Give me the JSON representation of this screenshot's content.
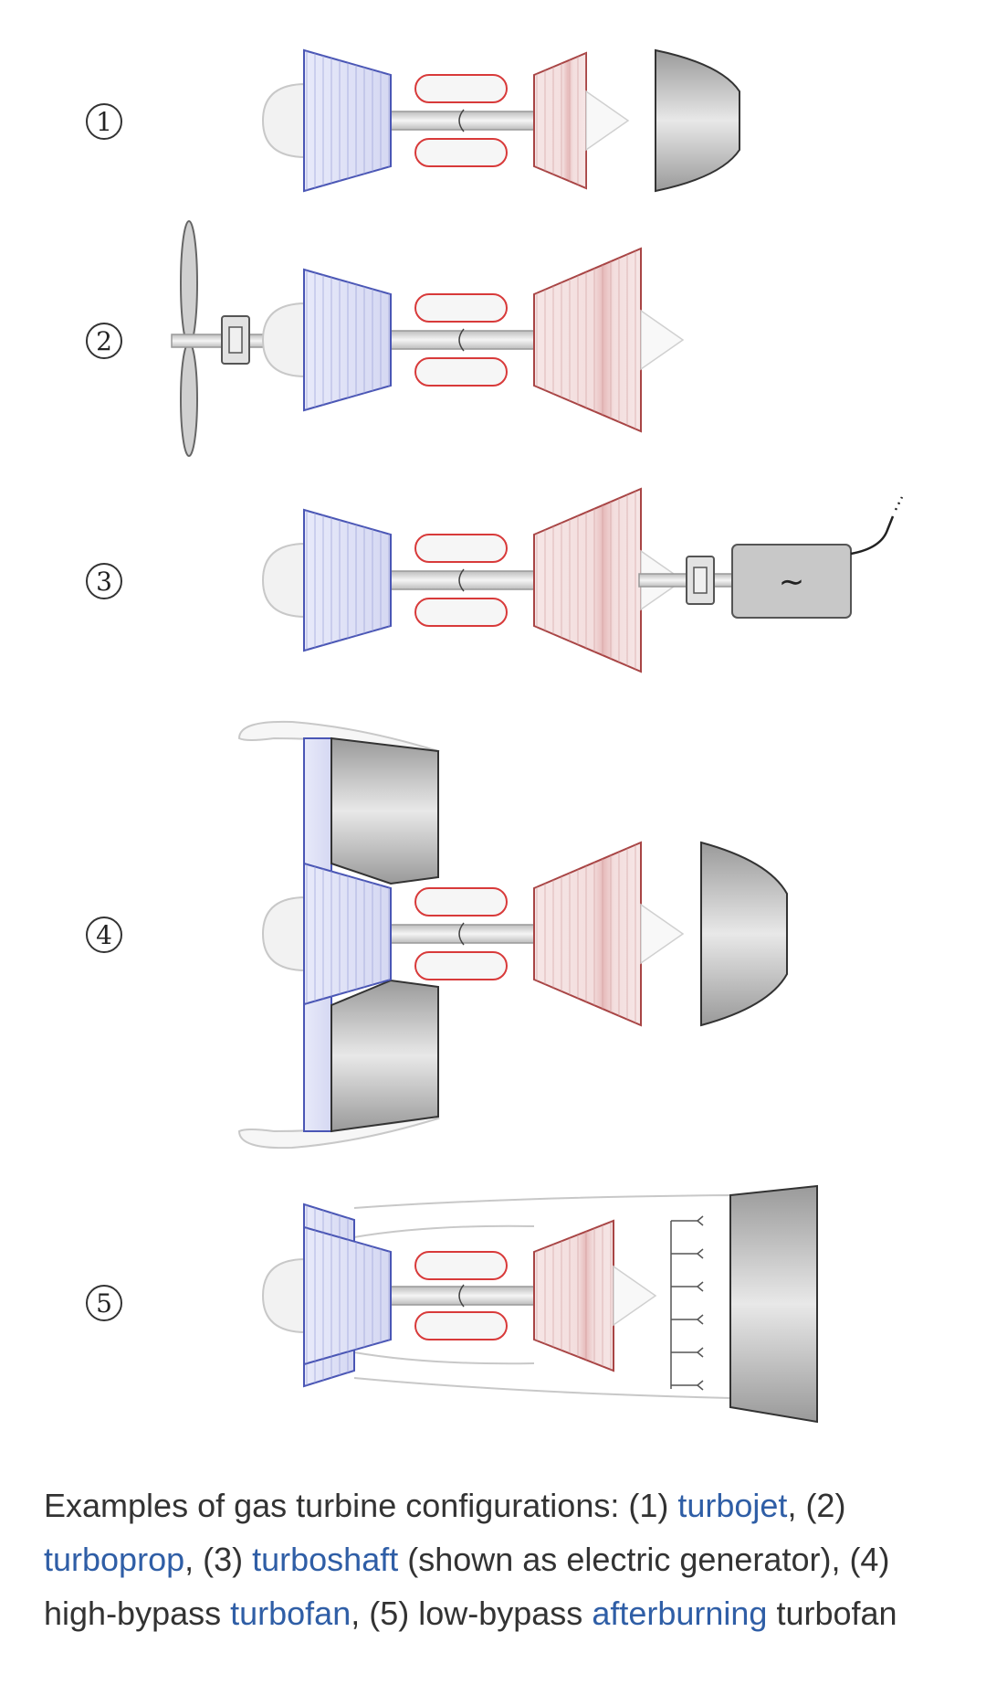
{
  "labels": [
    "1",
    "2",
    "3",
    "4",
    "5"
  ],
  "generator_symbol": "∼",
  "caption": {
    "t1": "Examples of gas turbine configurations: (1) ",
    "l1": "turbojet",
    "t2": ", (2) ",
    "l2": "turboprop",
    "t3": ", (3) ",
    "l3": "turboshaft",
    "t4": " (shown as electric generator), (4) high-bypass ",
    "l4": "turbofan",
    "t5": ", (5) low-bypass ",
    "l5": "afterburning",
    "t6": " turbofan"
  },
  "colors": {
    "compressor": "#dcdff5",
    "compressor_stroke": "#4a56b5",
    "combustor_stroke": "#d83a3a",
    "turbine": "#f1dcdc",
    "turbine_stroke": "#a84444",
    "nozzle": "#c4c4c4",
    "nozzle_stroke": "#333333",
    "link": "#2f5ea6"
  },
  "icons": [
    "propeller-icon",
    "gearbox-icon",
    "generator-icon",
    "nozzle-icon",
    "fan-icon",
    "afterburner-icon"
  ]
}
